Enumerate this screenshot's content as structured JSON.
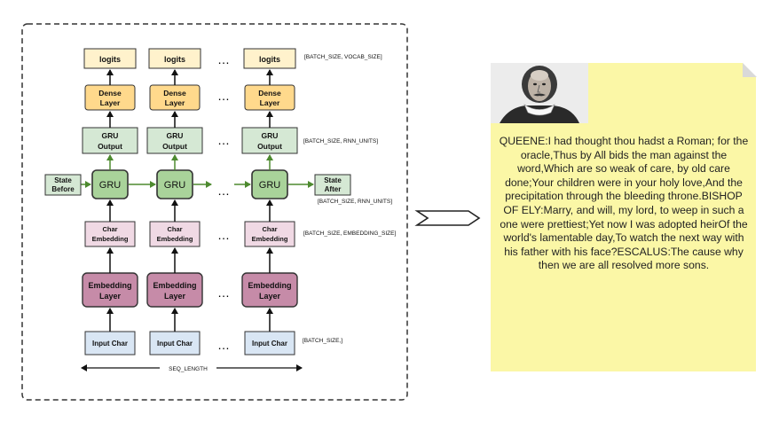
{
  "diagram": {
    "columns": [
      {
        "logits": "logits",
        "dense": [
          "Dense",
          "Layer"
        ],
        "gru_output": [
          "GRU",
          "Output"
        ],
        "gru": "GRU",
        "char_embedding": [
          "Char",
          "Embedding"
        ],
        "embedding_layer": [
          "Embedding",
          "Layer"
        ],
        "input": "Input Char"
      },
      {
        "logits": "logits",
        "dense": [
          "Dense",
          "Layer"
        ],
        "gru_output": [
          "GRU",
          "Output"
        ],
        "gru": "GRU",
        "char_embedding": [
          "Char",
          "Embedding"
        ],
        "embedding_layer": [
          "Embedding",
          "Layer"
        ],
        "input": "Input Char"
      },
      {
        "logits": "logits",
        "dense": [
          "Dense",
          "Layer"
        ],
        "gru_output": [
          "GRU",
          "Output"
        ],
        "gru": "GRU",
        "char_embedding": [
          "Char",
          "Embedding"
        ],
        "embedding_layer": [
          "Embedding",
          "Layer"
        ],
        "input": "Input Char"
      }
    ],
    "ellipsis": "…",
    "state_before": [
      "State",
      "Before"
    ],
    "state_after": [
      "State",
      "After"
    ],
    "dims": {
      "logits": "[BATCH_SIZE, VOCAB_SIZE]",
      "gru_output": "[BATCH_SIZE, RNN_UNITS]",
      "state_after": "[BATCH_SIZE, RNN_UNITS]",
      "char_embedding": "[BATCH_SIZE, EMBEDDING_SIZE]",
      "input": "[BATCH_SIZE,]"
    },
    "seq_length": "SEQ_LENGTH",
    "colors": {
      "logits": "#fff2cc",
      "dense": "#ffd98c",
      "gru_output": "#d5e8d4",
      "gru": "#a9d39a",
      "state": "#d5e8d4",
      "char_embedding": "#f0d9e4",
      "embedding_layer": "#c68ba8",
      "input": "#d9e6f4",
      "arrow_green": "#4d8a2f",
      "arrow_black": "#111111"
    }
  },
  "output_text": {
    "text": "QUEENE:I had thought thou hadst a Roman; for the oracle,Thus by All bids the man against the word,Which are so weak of care, by old care done;Your children were in your holy love,And the precipitation through the bleeding throne.BISHOP OF ELY:Marry, and will, my lord, to weep in such a one were prettiest;Yet now I was adopted heirOf the world's lamentable day,To watch the next way with his father with his face?ESCALUS:The cause why then we are all resolved more sons."
  },
  "note_color": "#fbf7a6",
  "portrait": {
    "icon": "shakespeare-portrait"
  }
}
